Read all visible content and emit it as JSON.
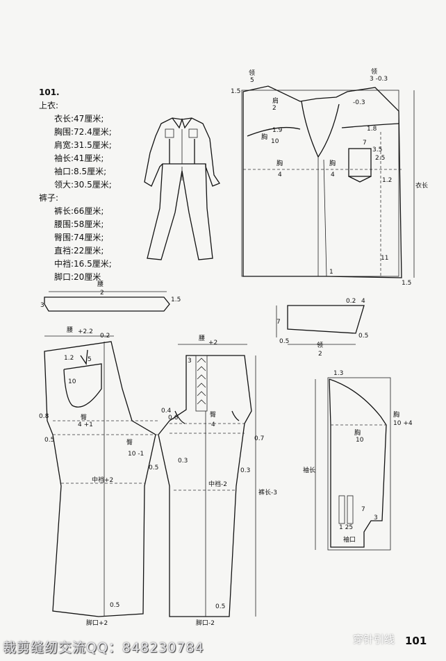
{
  "pattern": {
    "id": "101.",
    "top_title": "上衣:",
    "top_specs": [
      "衣长:47厘米;",
      "胸围:72.4厘米;",
      "肩宽:31.5厘米;",
      "袖长:41厘米;",
      "袖口:8.5厘米;",
      "领大:30.5厘米;"
    ],
    "pants_title": "裤子:",
    "pants_specs": [
      "裤长:66厘米;",
      "腰围:58厘米;",
      "臀围:74厘米;",
      "直裆:22厘米;",
      "中裆:16.5厘米;",
      "脚口:20厘米"
    ]
  },
  "labels": {
    "collar_w": "领",
    "five": "5",
    "collar_w2": "领",
    "three_m03": "3 -0.3",
    "one5": "1.5",
    "shoulder": "肩",
    "two": "2",
    "chest": "胸",
    "ten": "10",
    "chest4": "4",
    "garment_len": "衣长",
    "m03": "-0.3",
    "v18": "1.8",
    "v19": "1.9",
    "v35": "3.5",
    "v25": "2.5",
    "v7": "7",
    "v12": "1.2",
    "v11": "11",
    "v1": "1",
    "waist": "腰",
    "waist2": "2",
    "v3": "3",
    "v15": "1.5",
    "waist4p22": "+2.2",
    "v02": "0.2",
    "v12b": "1.2",
    "v5": "5",
    "v10": "10",
    "hip": "臀",
    "hip4p1": "4 +1",
    "v08": "0.8",
    "v05": "0.5",
    "crotch": "臀",
    "crotch10m1": "10 -1",
    "mid_p2": "中裆+2",
    "mid_m2": "中裆-2",
    "hem_p2": "脚口+2",
    "hem_m2": "脚口-2",
    "pants_len": "裤长-3",
    "waist4p2": "+2",
    "hip4": "4",
    "v04": "0.4",
    "v06": "0.6",
    "v07": "0.7",
    "v03": "0.3",
    "v02b": "0.2",
    "v4": "4",
    "collar_b": "领",
    "sleeve_len": "袖长",
    "chest_s": "胸",
    "chest10p4": "10 +4",
    "v13": "1.3",
    "cuff": "袖口",
    "v1_25": "1 25",
    "v3b": "3"
  },
  "footer": {
    "watermark": "裁剪缝纫交流QQ：848230784",
    "logo": "穿针引线",
    "page_number": "101"
  }
}
